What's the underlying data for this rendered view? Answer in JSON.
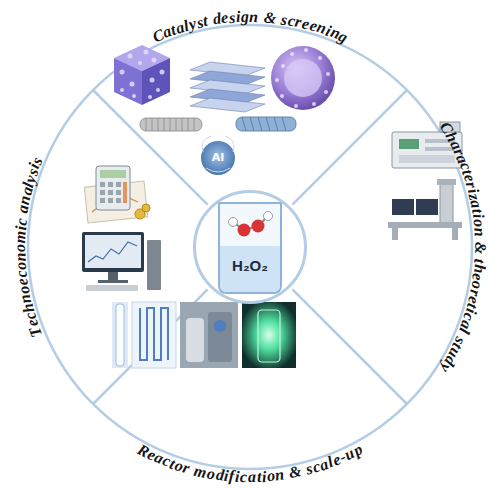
{
  "diagram": {
    "nodes": [
      {
        "text": [
          "Catalyst design & screening"
        ]
      },
      {
        "text": [
          "Characterization & theoretical study"
        ]
      },
      {
        "text": [
          "Reactor modification & scale-up"
        ]
      },
      {
        "text": [
          "Technoeconomic analysis"
        ]
      },
      {
        "text": [
          "H₂O₂"
        ]
      }
    ],
    "labels": [
      "AI"
    ]
  }
}
